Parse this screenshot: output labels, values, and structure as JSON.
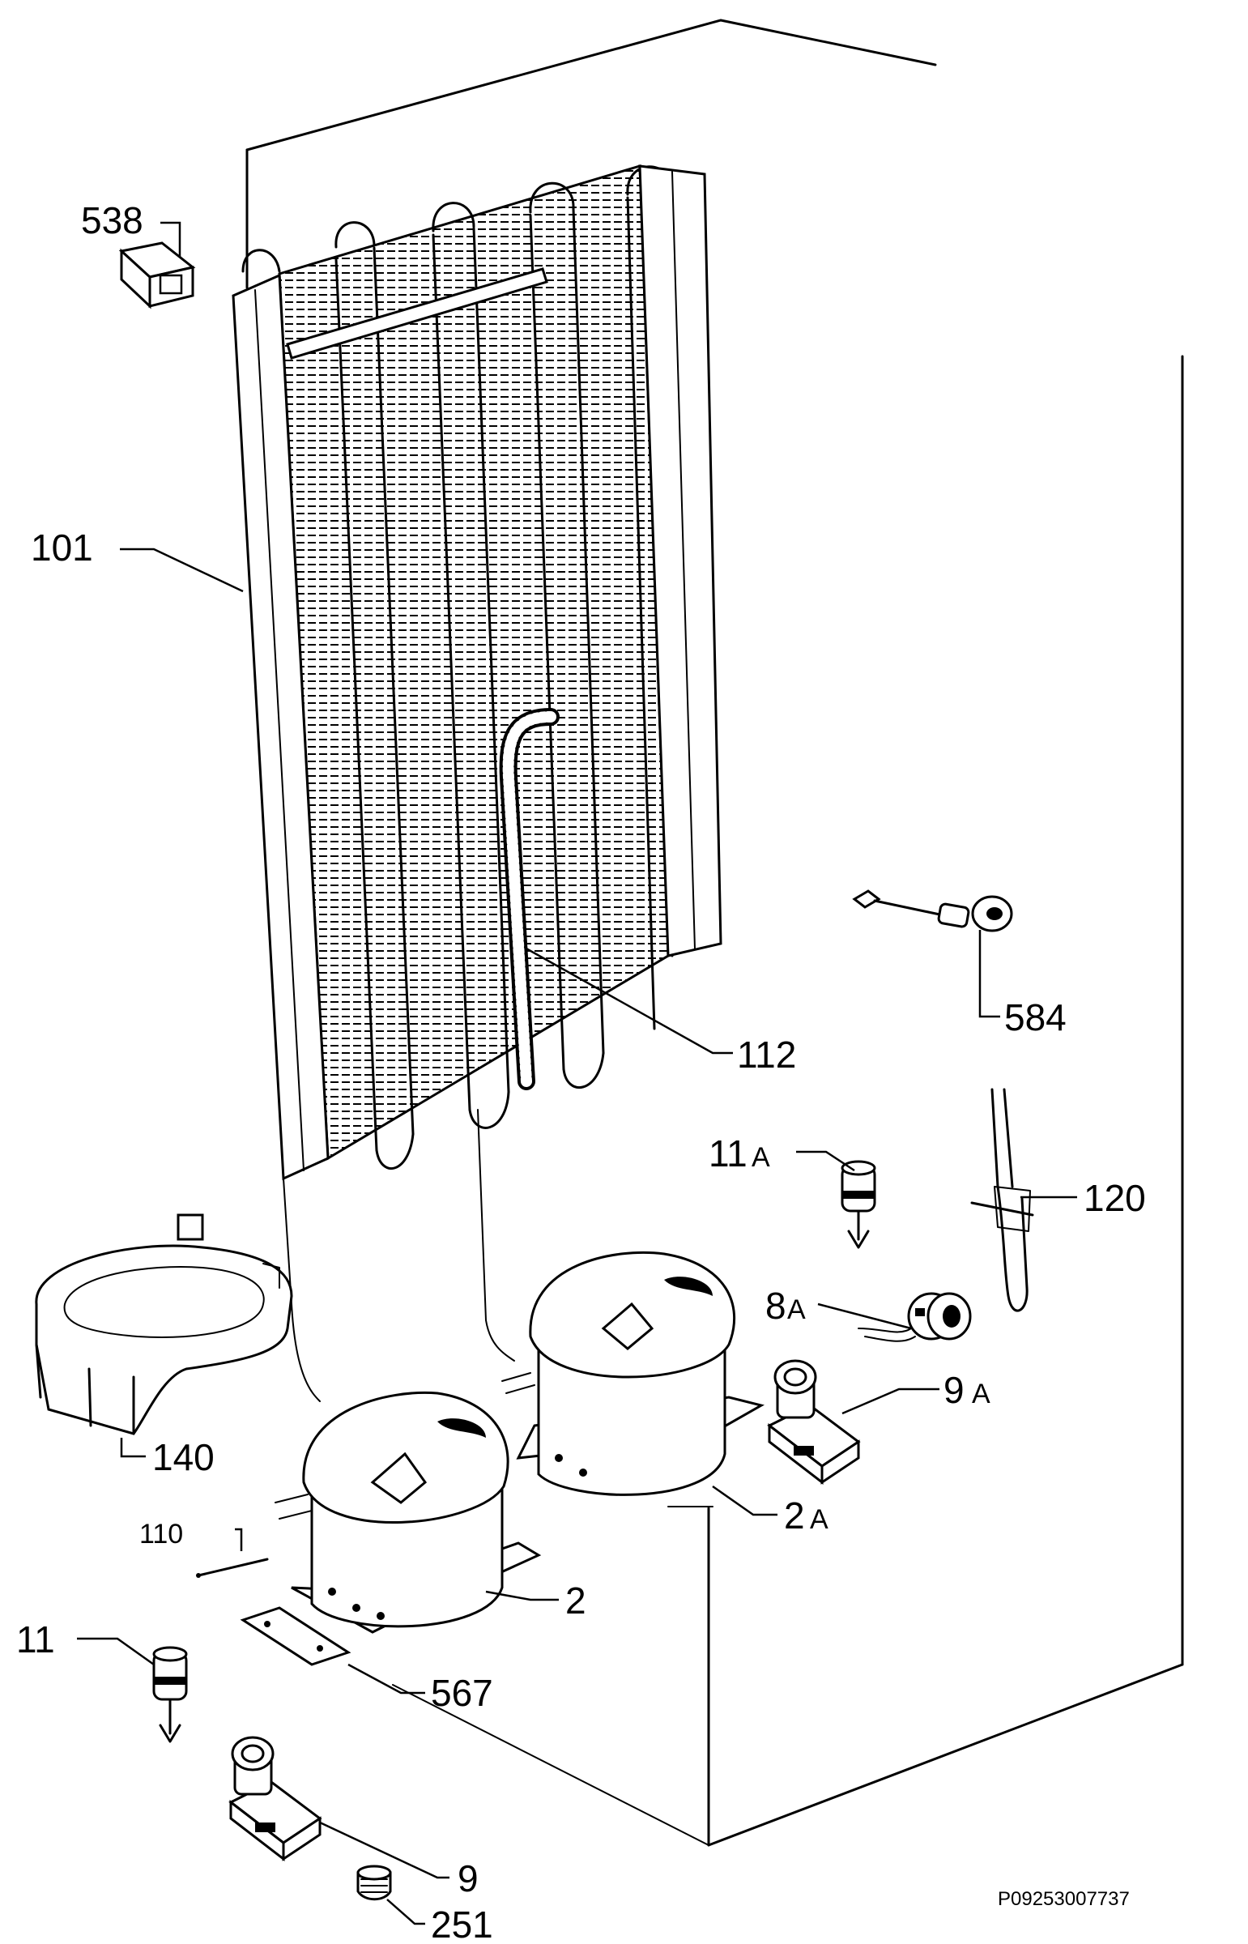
{
  "drawing_code": "P09253007737",
  "parts": [
    {
      "id": "538"
    },
    {
      "id": "101"
    },
    {
      "id": "112"
    },
    {
      "id": "584"
    },
    {
      "id": "11A"
    },
    {
      "id": "120"
    },
    {
      "id": "8A"
    },
    {
      "id": "9A"
    },
    {
      "id": "140"
    },
    {
      "id": "2A"
    },
    {
      "id": "110"
    },
    {
      "id": "2"
    },
    {
      "id": "11"
    },
    {
      "id": "567"
    },
    {
      "id": "9"
    },
    {
      "id": "251"
    }
  ],
  "callout_texts": {
    "p538": "538",
    "p101": "101",
    "p112": "112",
    "p584": "584",
    "p11a_num": "11",
    "p11a_suf": "A",
    "p120": "120",
    "p8a_num": "8",
    "p8a_suf": "A",
    "p9a_num": "9",
    "p9a_suf": "A",
    "p140": "140",
    "p2a_num": "2",
    "p2a_suf": "A",
    "p110": "110",
    "p2": "2",
    "p11": "11",
    "p567": "567",
    "p9": "9",
    "p251": "251"
  }
}
